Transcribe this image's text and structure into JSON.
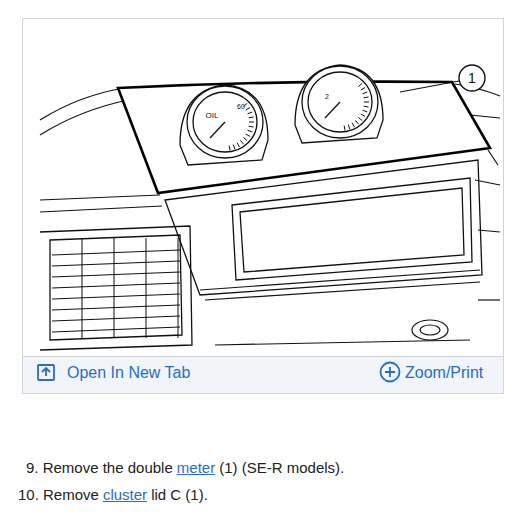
{
  "diagram": {
    "labels": [
      "1",
      "OIL",
      "60",
      "2",
      "Open In New Tab",
      "Zoom/Print",
      "9. Remove the double",
      "meter",
      "(1) (SE-R models).",
      "10. Remove",
      "cluster",
      "lid C (1)."
    ]
  }
}
